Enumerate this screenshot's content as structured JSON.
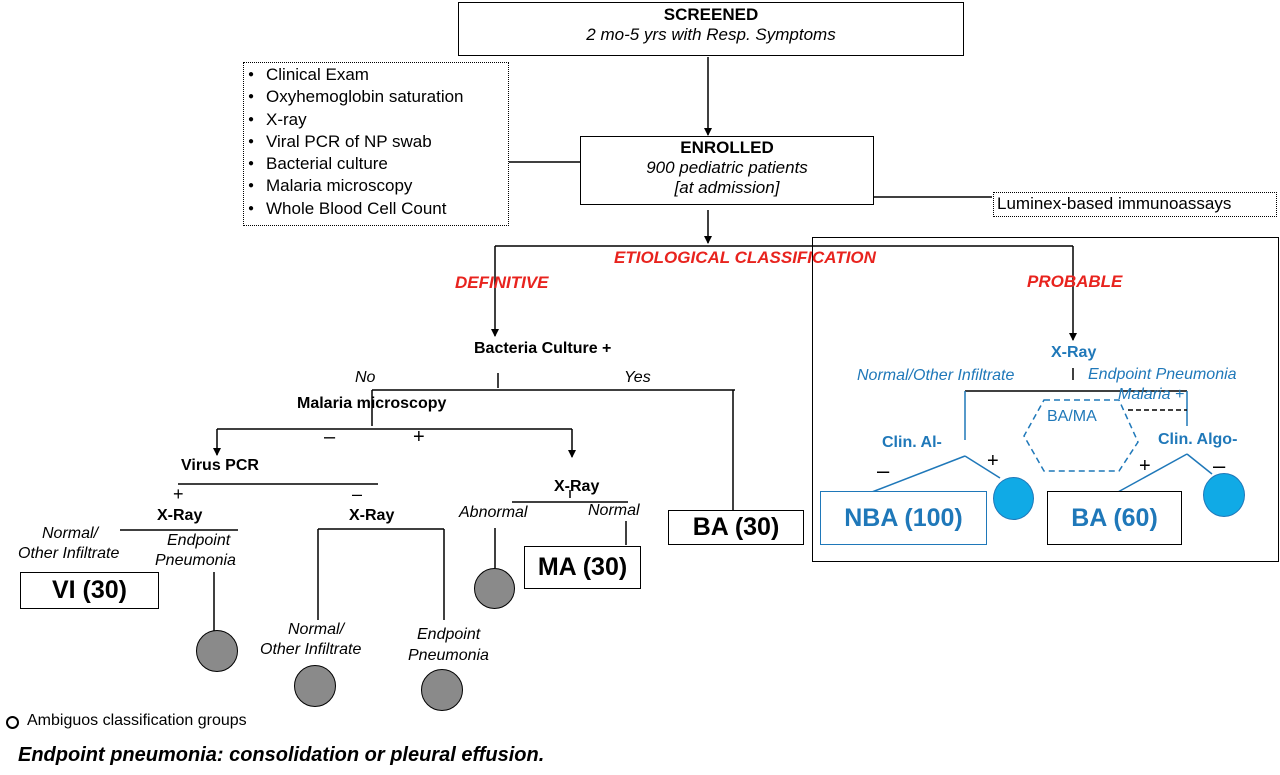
{
  "screened": {
    "title": "SCREENED",
    "subtitle": "2 mo-5 yrs with Resp. Symptoms"
  },
  "assessments": [
    "Clinical Exam",
    "Oxyhemoglobin saturation",
    "X-ray",
    "Viral PCR of NP swab",
    "Bacterial culture",
    "Malaria microscopy",
    "Whole Blood Cell Count"
  ],
  "enrolled": {
    "title": "ENROLLED",
    "line1": "900 pediatric patients",
    "line2": "[at admission]"
  },
  "immunoassay": "Luminex-based immunoassays",
  "classification": {
    "title": "ETIOLOGICAL CLASSIFICATION",
    "definitive": "DEFINITIVE",
    "probable": "PROBABLE"
  },
  "definitive": {
    "bacteria_culture": "Bacteria Culture +",
    "no": "No",
    "yes": "Yes",
    "malaria_microscopy": "Malaria microscopy",
    "minus": "–",
    "plus": "+",
    "virus_pcr": "Virus PCR",
    "xray_label": "X-Ray",
    "normal_other_a": "Normal/",
    "normal_other_b": "Other Infiltrate",
    "endpoint_a": "Endpoint",
    "endpoint_b": "Pneumonia",
    "abnormal": "Abnormal",
    "normal": "Normal",
    "ba": "BA (30)",
    "ma": "MA (30)",
    "vi": "VI (30)"
  },
  "probable": {
    "xray": "X-Ray",
    "normal_other": "Normal/Other Infiltrate",
    "endpoint": "Endpoint Pneumonia",
    "malaria_plus": "Malaria +",
    "bama": "BA/MA",
    "clin_al": "Clin. Al-",
    "clin_algo": "Clin. Algo-",
    "plus": "+",
    "minus": "–",
    "nba": "NBA (100)",
    "ba": "BA (60)"
  },
  "legend": {
    "ambiguous": "Ambiguos classification groups",
    "note": "Endpoint pneumonia: consolidation or pleural effusion."
  },
  "colors": {
    "red": "#e8231e",
    "blue": "#1f78b9",
    "cyan": "#10aae6",
    "gray": "#8a8a8a"
  }
}
